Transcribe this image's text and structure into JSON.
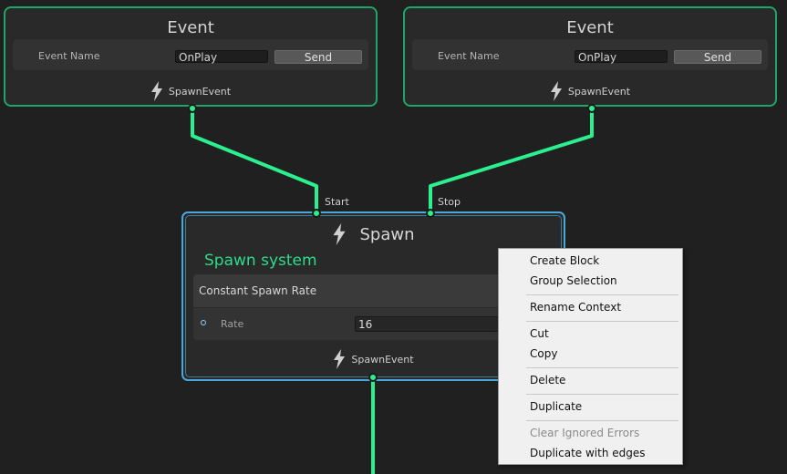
{
  "event_nodes": [
    {
      "title": "Event",
      "field_label": "Event Name",
      "field_value": "OnPlay",
      "send_label": "Send",
      "output_label": "SpawnEvent"
    },
    {
      "title": "Event",
      "field_label": "Event Name",
      "field_value": "OnPlay",
      "send_label": "Send",
      "output_label": "SpawnEvent"
    }
  ],
  "spawn": {
    "title": "Spawn",
    "system_name": "Spawn system",
    "start_label": "Start",
    "stop_label": "Stop",
    "block": {
      "title": "Constant Spawn Rate",
      "rate_label": "Rate",
      "rate_value": "16"
    },
    "output_label": "SpawnEvent"
  },
  "context_menu": {
    "items": [
      {
        "label": "Create Block",
        "enabled": true
      },
      {
        "label": "Group Selection",
        "enabled": true
      },
      {
        "label": "Rename Context",
        "enabled": true
      },
      {
        "label": "Cut",
        "enabled": true
      },
      {
        "label": "Copy",
        "enabled": true
      },
      {
        "label": "Delete",
        "enabled": true
      },
      {
        "label": "Duplicate",
        "enabled": true
      },
      {
        "label": "Clear Ignored Errors",
        "enabled": false
      },
      {
        "label": "Duplicate with edges",
        "enabled": true
      }
    ]
  },
  "colors": {
    "canvas": "#202020",
    "edge": "#2bf08f",
    "event_border": "#1fa56a",
    "selection_border": "#4aa8d8",
    "system_name": "#2bdc8a",
    "menu_bg": "#f0f0f0"
  },
  "icons": [
    "lightning-icon"
  ]
}
